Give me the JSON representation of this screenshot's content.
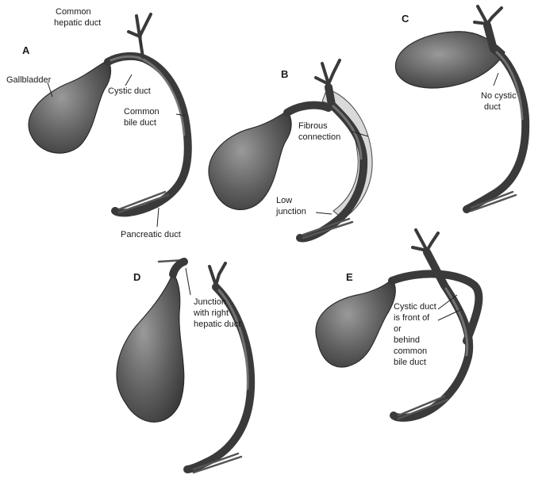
{
  "panels": [
    {
      "letter": "A"
    },
    {
      "letter": "B"
    },
    {
      "letter": "C"
    },
    {
      "letter": "D"
    },
    {
      "letter": "E"
    }
  ],
  "labels": {
    "common_hepatic_1": "Common",
    "common_hepatic_2": "hepatic duct",
    "gallbladder": "Gallbladder",
    "cystic_duct": "Cystic duct",
    "common_bile_1": "Common",
    "common_bile_2": "bile duct",
    "pancreatic_duct": "Pancreatic duct",
    "fibrous_1": "Fibrous",
    "fibrous_2": "connection",
    "low_junction_1": "Low",
    "low_junction_2": "junction",
    "no_cystic_1": "No cystic",
    "no_cystic_2": "duct",
    "junction_right_1": "Junction",
    "junction_right_2": "with right",
    "junction_right_3": "hepatic duct",
    "front_behind_1": "Cystic duct",
    "front_behind_2": "is front of",
    "front_behind_3": "or",
    "front_behind_4": "behind",
    "front_behind_5": "common",
    "front_behind_6": "bile duct"
  }
}
